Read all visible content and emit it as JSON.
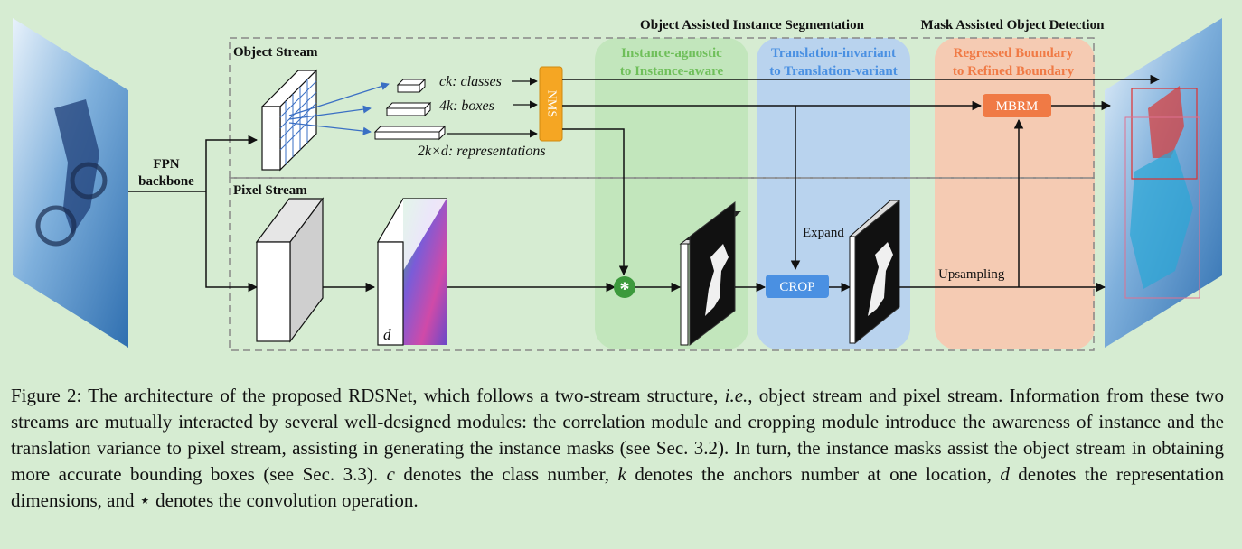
{
  "diagram": {
    "top_labels": {
      "oais": "Object Assisted Instance Segmentation",
      "maod": "Mask Assisted Object Detection"
    },
    "stream_labels": {
      "object": "Object Stream",
      "pixel": "Pixel Stream"
    },
    "fpn": {
      "line1": "FPN",
      "line2": "backbone"
    },
    "outputs": {
      "classes": "ck: classes",
      "boxes": "4k: boxes",
      "representations": "2k×d: representations",
      "depth": "d"
    },
    "nms": "NMS",
    "regions": {
      "agnostic": {
        "line1": "Instance-agnostic",
        "line2": "to Instance-aware",
        "color": "#6fbf5a"
      },
      "translation": {
        "line1": "Translation-invariant",
        "line2": "to Translation-variant",
        "color": "#4a90e2"
      },
      "regressed": {
        "line1": "Regressed Boundary",
        "line2": "to Refined Boundary",
        "color": "#f07a45"
      }
    },
    "modules": {
      "crop": "CROP",
      "mbrm": "MBRM",
      "expand": "Expand",
      "upsampling": "Upsampling",
      "conv": "*"
    }
  },
  "caption": {
    "figure": "Figure 2: ",
    "p1": "The architecture of the proposed RDSNet, which follows a two-stream structure, ",
    "ie": "i.e.",
    "p2": ", object stream and pixel stream. Information from these two streams are mutually interacted by several well-designed modules: the correlation module and cropping module introduce the awareness of instance and the translation variance to pixel stream, assisting in generating the instance masks (see Sec. 3.2). In turn, the instance masks assist the object stream in obtaining more accurate bounding boxes (see Sec. 3.3). ",
    "c": "c",
    "p3": " denotes the class number, ",
    "k": "k",
    "p4": " denotes the anchors number at one location, ",
    "d": "d",
    "p5": " denotes the representation dimensions, and ",
    "star": "⋆",
    "p6": " denotes the convolution operation."
  }
}
